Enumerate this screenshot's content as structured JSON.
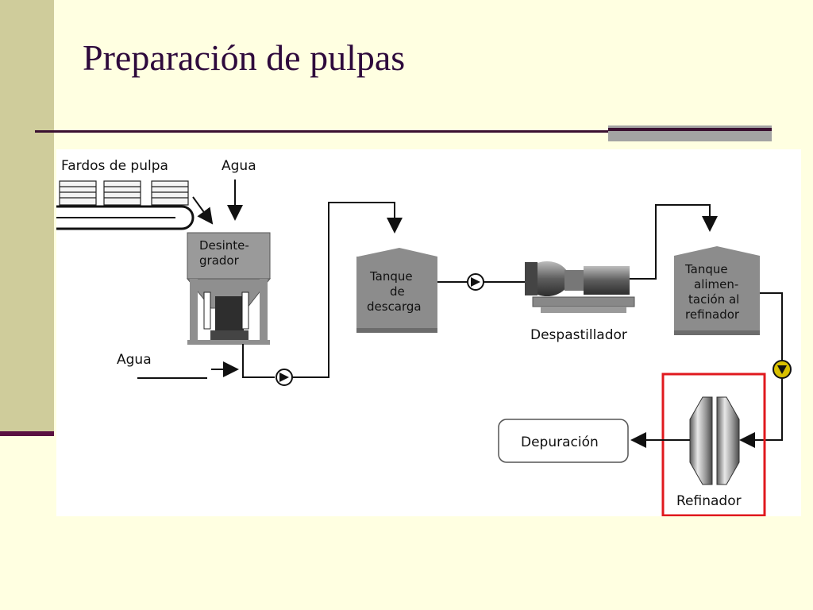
{
  "slide": {
    "title": "Preparación de pulpas"
  },
  "diagram": {
    "labels": {
      "fardos": "Fardos de pulpa",
      "agua_top": "Agua",
      "agua_bottom": "Agua",
      "desintegrador_l1": "Desinte-",
      "desintegrador_l2": "grador",
      "tanque_descarga_l1": "Tanque",
      "tanque_descarga_l2": "de",
      "tanque_descarga_l3": "descarga",
      "despastillador": "Despastillador",
      "tanque_alim_l1": "Tanque",
      "tanque_alim_l2": "alimen-",
      "tanque_alim_l3": "tación al",
      "tanque_alim_l4": "refinador",
      "depuracion": "Depuración",
      "refinador": "Refinador"
    },
    "colors": {
      "highlight_box": "#E0191E",
      "equipment_gray": "#8C8C8C",
      "pump_valve": "#D8C000"
    }
  }
}
